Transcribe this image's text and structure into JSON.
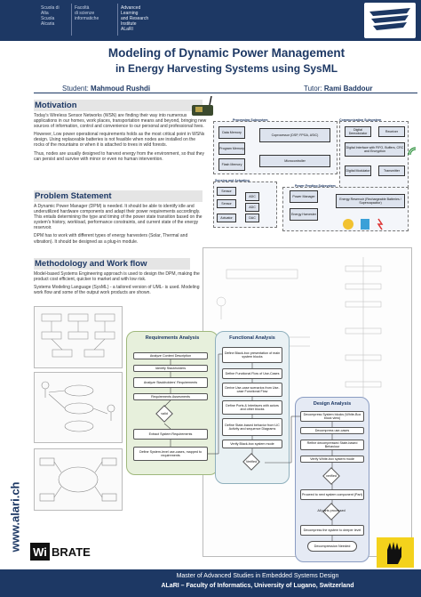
{
  "header": {
    "institution_1": [
      "Scuola di",
      "Alta",
      "Scuola",
      "Alcaria"
    ],
    "institution_2": [
      "Facoltà",
      "di scienze",
      "informatiche"
    ],
    "alari_lines": [
      "Advanced",
      "Learning",
      "and Research",
      "Institute",
      "ALaRI"
    ]
  },
  "title": "Modeling of Dynamic Power Management",
  "subtitle": "in Energy Harvesting Systems using SysML",
  "student": {
    "label": "Student:",
    "name": "Mahmoud Rushdi"
  },
  "tutor": {
    "label": "Tutor:",
    "name": "Rami Baddour"
  },
  "sidebar": {
    "url": "www.alari.ch",
    "brand_wi": "Wi",
    "brand_rest": "BRATE"
  },
  "motivation": {
    "title": "Motivation",
    "paragraphs": [
      "Today's Wireless Sensor Networks (WSN) are finding their way into numerous applications in our homes, work places, transportation means and beyond, bringing new sources of information, control and convenience to our personal and professional lives.",
      "However, Low power operational requirements holds as the most critical point in WSNs design. Using replaceable batteries is not feasible when nodes are installed on the rocks of the mountains or when it is attached to trees in wild forests.",
      "Thus, nodes are usually designed to harvest energy from the environment, so that they can persist and survive with minor or even no human intervention."
    ]
  },
  "problem": {
    "title": "Problem Statement",
    "paragraphs": [
      "A Dynamic Power Manager (DPM) is needed. It should be able to identify idle and underutilized hardware components and adapt their power requirements accordingly. This entails determining the type and timing of the power state transition based on the system's history, workload, performance constraints, and current state of the energy reservoir.",
      "DPM has to work with different types of energy harvesters (Solar, Thermal and vibration). It should be designed as a plug-in module."
    ]
  },
  "methodology": {
    "title": "Methodology and Work flow",
    "paragraphs": [
      "Model-based Systems Engineering approach is used to design the DPM, making the product cost efficient, quicker to market and with low risk.",
      "Systems Modeling Language (SysML) - a tailored version of UML- is used. Modeling work flow and some of the output work products are shown."
    ]
  },
  "architecture": {
    "processing_label": "Processing Subsystem",
    "communication_label": "Communication Subsystem",
    "sensing_label": "Sensing and Actuating",
    "harvesting_label": "Power Feeding Subsystem",
    "boxes": {
      "data_memory": "Data Memory",
      "program_memory": "Program Memory",
      "flash_memory": "Flash Memory",
      "coprocessor": "Coprocessor (DSP, FPGA, ASIC)",
      "microcontroller": "Microcontroller",
      "demodulator": "Digital Demodulator",
      "receiver": "Receiver",
      "digital_interface": "Digital Interface with FIFO, Buffers, CRC and Encryption",
      "modulator": "Digital Modulator",
      "transmitter": "Transmitter",
      "sensor1": "Sensor",
      "sensor2": "Sensor",
      "actuator": "Actuator",
      "adc": "ADC",
      "adc2": "ADC",
      "dac": "DAC",
      "power_manager": "Power Manager",
      "energy_harvester": "Energy Harvester",
      "energy_reservoir": "Energy Reservoir (Rechargeable Batteries / Supercapacitor)"
    }
  },
  "workflow": {
    "requirements": {
      "title": "Requirements Analysis",
      "steps": [
        "Analyze Context Description",
        "Identify Stackholders",
        "Analyze Stackholders' Requirements",
        "Requirements Assesments",
        "Extract System Requirements",
        "Define System-level use-cases, mapped to requirements"
      ],
      "decision": "valid"
    },
    "functional": {
      "title": "Functional Analysis",
      "steps": [
        "Define Black-box presentation of main system blocks",
        "Define Functional Flow of Use-Cases",
        "Derive Use-case scenarios from Use-case Functional Flow",
        "Define Ports & Interfaces with actors and other blocks",
        "Define State-based behavior from UC Activity and sequence Diagrams",
        "Verify Black-box system mode"
      ],
      "decision": "Verified"
    },
    "design": {
      "title": "Design Analysis",
      "steps": [
        "Decompress System blocks (White-Box block view)",
        "Decompress use-cases",
        "Refine decompressed State-based Behaviour",
        "Verify White-box system mode",
        "Proceed to next system component (Part)",
        "Decompress the system to deeper level",
        "Decompression Needed"
      ],
      "decisions": [
        "verified",
        "All parts processed"
      ]
    }
  },
  "footer": {
    "line1": "Master of Advanced Studies in Embedded Systems Design",
    "line2": "ALaRI – Faculty of Informatics, University of Lugano, Switzerland"
  }
}
